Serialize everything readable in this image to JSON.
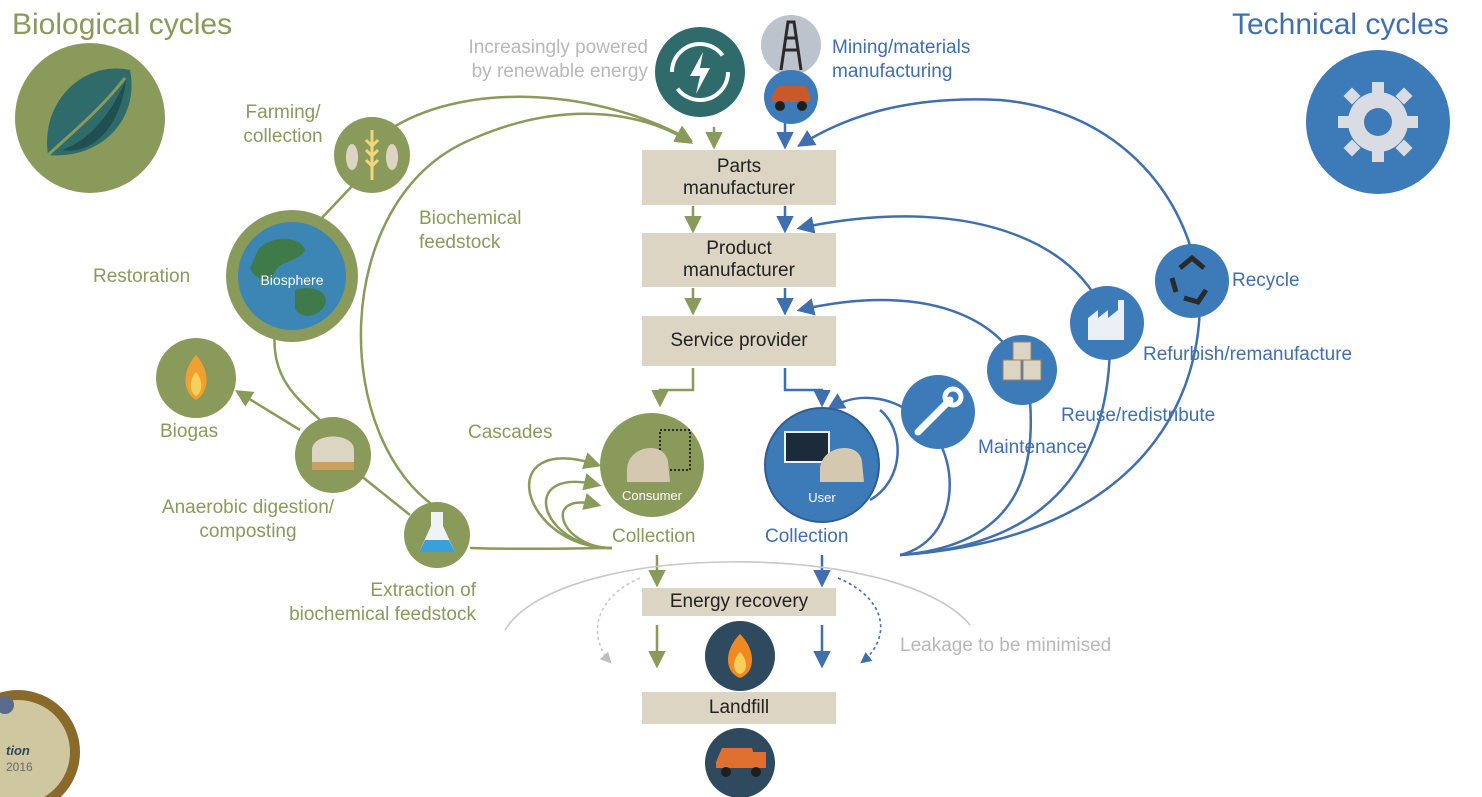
{
  "headers": {
    "biological": "Biological cycles",
    "technical": "Technical cycles"
  },
  "renewable_note": "Increasingly powered\nby renewable energy",
  "mining": "Mining/materials\nmanufacturing",
  "boxes": {
    "parts": "Parts\nmanufacturer",
    "product": "Product\nmanufacturer",
    "service": "Service provider",
    "energy": "Energy recovery",
    "landfill": "Landfill"
  },
  "bio_labels": {
    "farming": "Farming/\ncollection",
    "biochemical": "Biochemical\nfeedstock",
    "restoration": "Restoration",
    "biosphere": "Biosphere",
    "biogas": "Biogas",
    "anaerobic": "Anaerobic digestion/\ncomposting",
    "extraction": "Extraction of\nbiochemical feedstock",
    "cascades": "Cascades",
    "consumer": "Consumer",
    "collection": "Collection"
  },
  "tech_labels": {
    "recycle": "Recycle",
    "refurbish": "Refurbish/remanufacture",
    "reuse": "Reuse/redistribute",
    "maintenance": "Maintenance",
    "user": "User",
    "collection": "Collection"
  },
  "leakage": "Leakage to be minimised",
  "badge": {
    "line1": "tion",
    "line2": "2016"
  },
  "colors": {
    "bio": "#8a9a5b",
    "bio_dark": "#6f7f45",
    "tech": "#3f6fae",
    "tech_icon": "#3d7ab8",
    "box": "#ddd5c3",
    "gray": "#bdbdbd",
    "energy_icon": "#2f6b6b",
    "dark_icon": "#2f4a5e"
  },
  "icons": {
    "leaf": "leaf-icon",
    "gear": "gear-icon",
    "renewable": "renewable-energy-icon",
    "oil_rig": "oil-rig-icon",
    "mining_truck": "mining-truck-icon",
    "wheat_fish": "wheat-fish-icon",
    "globe": "globe-icon",
    "flame": "flame-icon",
    "greenhouse": "greenhouse-icon",
    "flask": "flask-icon",
    "recycle": "recycle-icon",
    "factory": "factory-icon",
    "boxes": "boxes-icon",
    "wrench": "wrench-icon",
    "computer_user": "computer-user-icon",
    "consumer": "consumer-icon",
    "fire": "fire-icon",
    "truck": "dump-truck-icon"
  }
}
